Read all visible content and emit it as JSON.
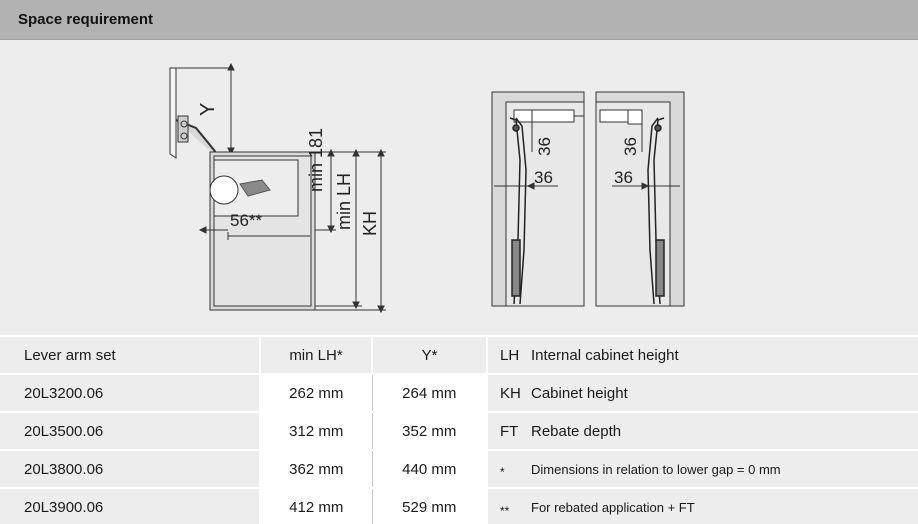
{
  "header": {
    "title": "Space requirement"
  },
  "diagram": {
    "labels": {
      "y": "Y",
      "min181": "min 181",
      "minLH": "min LH",
      "kh": "KH",
      "rebate": "56**",
      "dim36a": "36",
      "dim36b": "36",
      "dim36c": "36",
      "dim36d": "36"
    }
  },
  "table": {
    "headers": {
      "name": "Lever arm set",
      "minLH": "min LH*",
      "y": "Y*"
    },
    "rows": [
      {
        "name": "20L3200.06",
        "minLH": "262 mm",
        "y": "264 mm"
      },
      {
        "name": "20L3500.06",
        "minLH": "312 mm",
        "y": "352 mm"
      },
      {
        "name": "20L3800.06",
        "minLH": "362 mm",
        "y": "440 mm"
      },
      {
        "name": "20L3900.06",
        "minLH": "412 mm",
        "y": "529 mm"
      }
    ],
    "legend": [
      {
        "abbr": "LH",
        "desc": "Internal cabinet height"
      },
      {
        "abbr": "KH",
        "desc": "Cabinet height"
      },
      {
        "abbr": "FT",
        "desc": "Rebate depth"
      },
      {
        "abbr": "*",
        "desc": "Dimensions in relation to lower gap = 0 mm"
      },
      {
        "abbr": "**",
        "desc": "For rebated application + FT"
      }
    ]
  }
}
